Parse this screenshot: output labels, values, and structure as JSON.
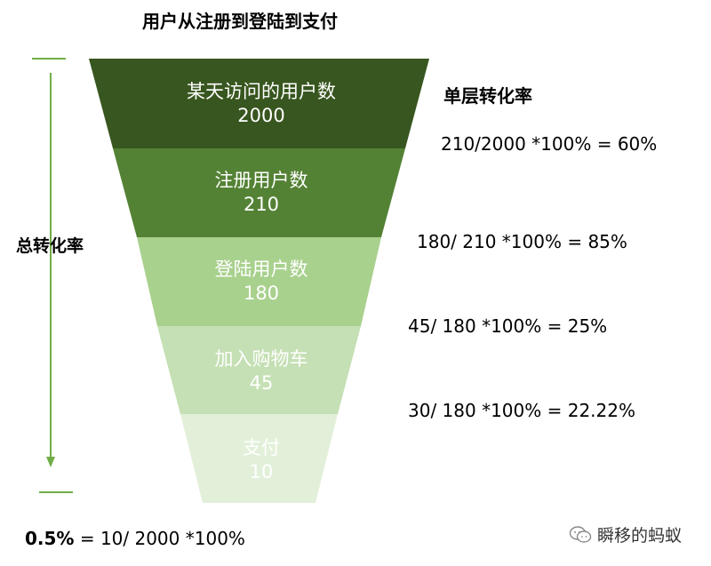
{
  "title": "用户从注册到登陆到支付",
  "stages": [
    {
      "name": "某天访问的用户数",
      "value": "2000",
      "color": "#38561f"
    },
    {
      "name": "注册用户数",
      "value": "210",
      "color": "#548235"
    },
    {
      "name": "登陆用户数",
      "value": "180",
      "color": "#a9d18e"
    },
    {
      "name": "加入购物车",
      "value": "45",
      "color": "#c5e0b4"
    },
    {
      "name": "支付",
      "value": "10",
      "color": "#e2f0d9"
    }
  ],
  "single_rate_heading": "单层转化率",
  "single_rates": [
    "210/2000 *100% = 60%",
    "180/ 210 *100% = 85%",
    "45/ 180 *100% = 25%",
    "30/ 180 *100% = 22.22%"
  ],
  "total_rate_label": "总转化率",
  "overall": {
    "value": "0.5%",
    "formula": " = 10/ 2000 *100%"
  },
  "watermark": "瞬移的蚂蚁",
  "colors": {
    "arrow": "#70ad47"
  }
}
